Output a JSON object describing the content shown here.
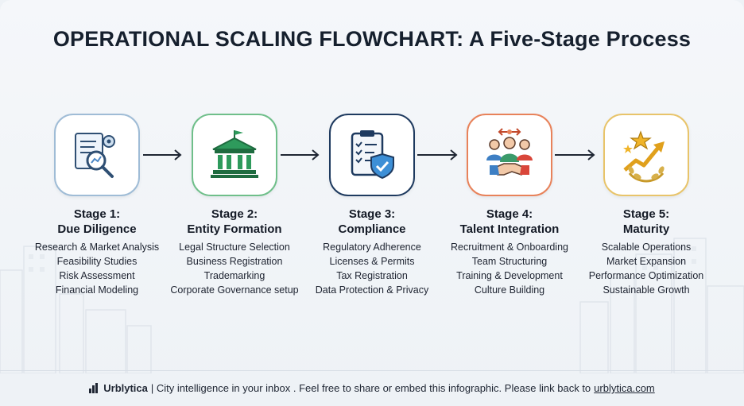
{
  "title": {
    "part1": "OPERATIONAL SCALING FLOWCHART:",
    "part2": " A Five-Stage Process"
  },
  "stages": [
    {
      "num": "Stage 1:",
      "name": "Due Diligence",
      "items": [
        "Research & Market Analysis",
        "Feasibility Studies",
        "Risk Assessment",
        "Financial Modeling"
      ],
      "border": "#9fbcd6",
      "icon": "document-magnifier-icon"
    },
    {
      "num": "Stage 2:",
      "name": "Entity Formation",
      "items": [
        "Legal Structure Selection",
        "Business Registration",
        "Trademarking",
        "Corporate Governance setup"
      ],
      "border": "#6fbf8a",
      "icon": "government-building-icon"
    },
    {
      "num": "Stage 3:",
      "name": "Compliance",
      "items": [
        "Regulatory Adherence",
        "Licenses & Permits",
        "Tax Registration",
        "Data Protection & Privacy"
      ],
      "border": "#1e3a5f",
      "icon": "clipboard-shield-icon"
    },
    {
      "num": "Stage 4:",
      "name": "Talent Integration",
      "items": [
        "Recruitment & Onboarding",
        "Team Structuring",
        "Training & Development",
        "Culture Building"
      ],
      "border": "#e8825a",
      "icon": "team-handshake-icon"
    },
    {
      "num": "Stage 5:",
      "name": "Maturity",
      "items": [
        "Scalable Operations",
        "Market Expansion",
        "Performance Optimization",
        "Sustainable Growth"
      ],
      "border": "#e8c46a",
      "icon": "growth-star-icon"
    }
  ],
  "footer": {
    "brand": "Urblytica",
    "text": " | City intelligence in your inbox . Feel free to share or embed this infographic. Please link back to ",
    "link": "urblytica.com"
  },
  "colors": {
    "title": "#16202e",
    "arrow": "#1f2633",
    "background": "#eef2f6"
  }
}
